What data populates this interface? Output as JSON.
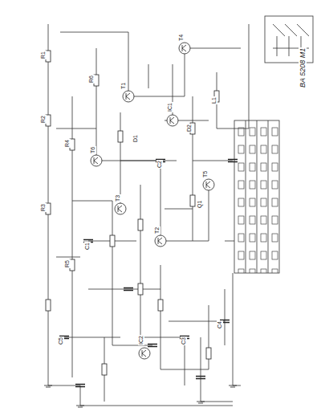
{
  "diagram": {
    "labels": [
      "BA 5208 M1",
      "T1",
      "T2",
      "T3",
      "T4",
      "T5",
      "T6",
      "IC1",
      "IC2",
      "R1",
      "R2",
      "R3",
      "R4",
      "R5",
      "R6",
      "C1",
      "C2",
      "C3",
      "C4",
      "C5",
      "D1",
      "D2",
      "L1",
      "Q1"
    ]
  }
}
